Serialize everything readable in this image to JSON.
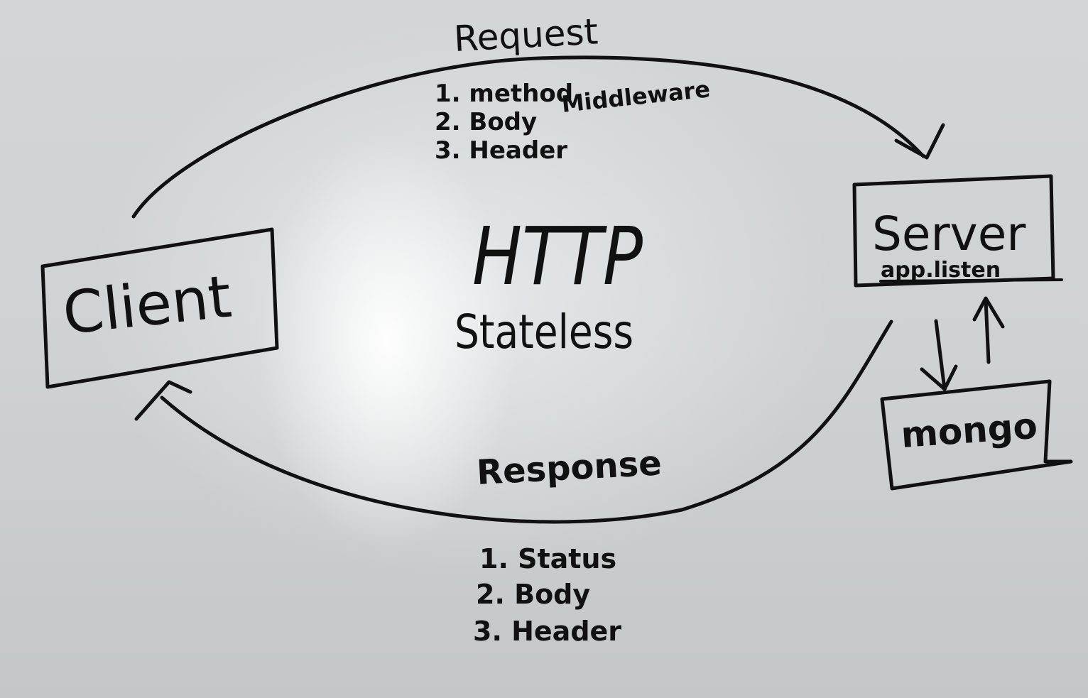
{
  "nodes": {
    "client": "Client",
    "server": "Server",
    "server_sub": "app.listen",
    "database": "mongo"
  },
  "center": {
    "title": "HTTP",
    "subtitle": "Stateless"
  },
  "request": {
    "title": "Request",
    "items": [
      "1. method",
      "2. Body",
      "3. Header"
    ],
    "note": "Middleware"
  },
  "response": {
    "title": "Response",
    "items": [
      "1. Status",
      "2. Body",
      "3. Header"
    ]
  }
}
